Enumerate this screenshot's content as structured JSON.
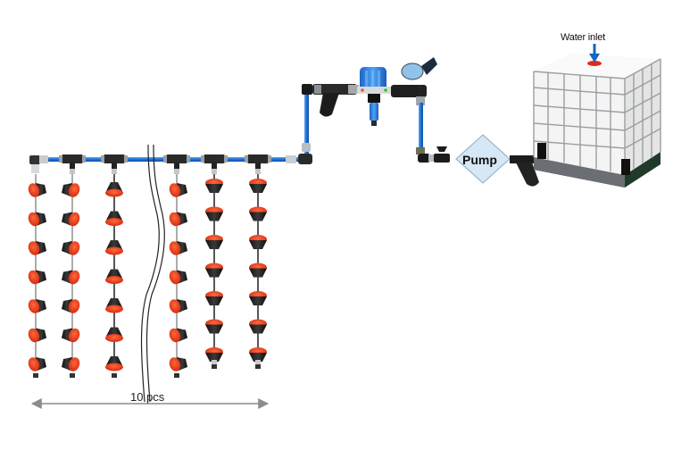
{
  "diagram": {
    "title": "Drip irrigation system layout",
    "water_inlet_label": "Water  inlet",
    "pump_label": "Pump",
    "count_label": "10 pcs",
    "components": [
      "ibc-water-tank",
      "tank-outlet-valve",
      "disc-filter",
      "pump",
      "ball-valve",
      "irrigation-timer",
      "fertilizer-injector",
      "screen-filter",
      "main-pipe",
      "tee-connectors",
      "drip-lines"
    ],
    "drip_lines": {
      "visible_columns": 6,
      "total_columns": 10,
      "drippers_per_line": 7,
      "break_symbol": "double-wavy-line"
    },
    "colors": {
      "pipe": "#1e6fd6",
      "dripper_red": "#e8391c",
      "dripper_black": "#1a1a1a",
      "pump_fill": "#d6e8f5",
      "pump_stroke": "#9ab6cc",
      "arrow_gray": "#8c8c8c",
      "inlet_arrow": "#1565c0"
    }
  }
}
